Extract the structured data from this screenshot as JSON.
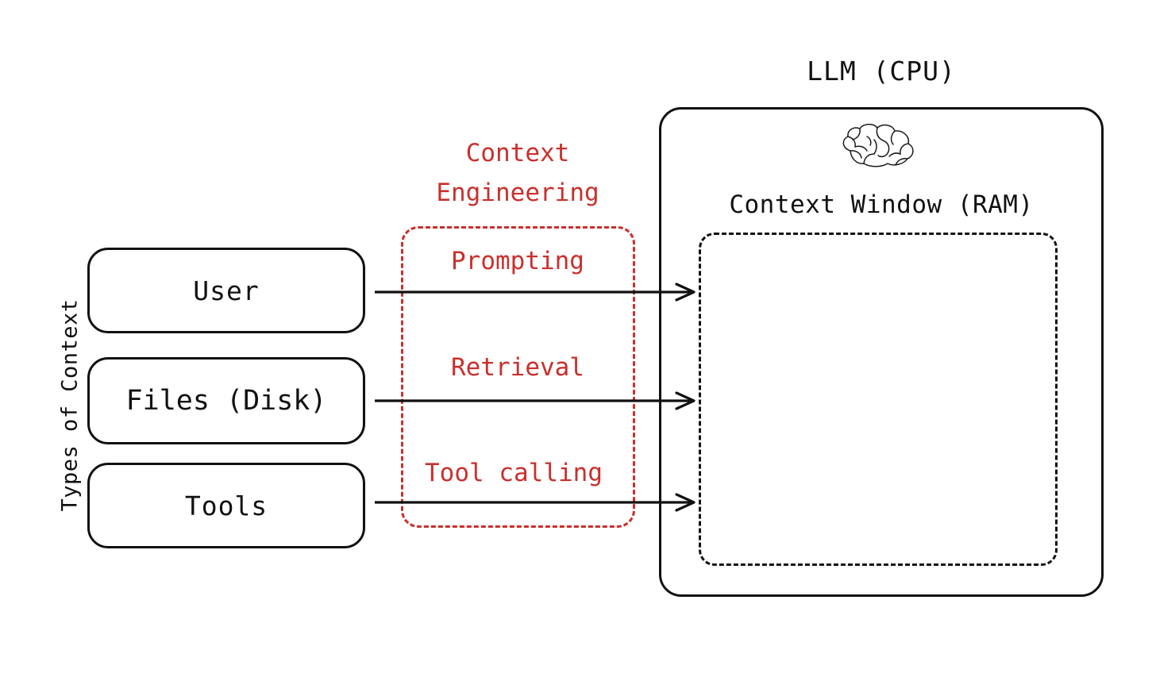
{
  "diagram": {
    "axis_label": "Types of Context",
    "sources": [
      {
        "label": "User"
      },
      {
        "label": "Files (Disk)"
      },
      {
        "label": "Tools"
      }
    ],
    "context_engineering": {
      "title_line1": "Context",
      "title_line2": "Engineering",
      "methods": [
        {
          "label": "Prompting"
        },
        {
          "label": "Retrieval"
        },
        {
          "label": "Tool calling"
        }
      ]
    },
    "llm": {
      "title": "LLM (CPU)",
      "icon": "brain-icon",
      "context_window_title": "Context Window (RAM)"
    },
    "arrows": [
      {
        "from": "User",
        "to": "Context Window (RAM)",
        "via": "Prompting"
      },
      {
        "from": "Files (Disk)",
        "to": "Context Window (RAM)",
        "via": "Retrieval"
      },
      {
        "from": "Tools",
        "to": "Context Window (RAM)",
        "via": "Tool calling"
      }
    ],
    "colors": {
      "ink": "#111111",
      "accent_red": "#C9302C",
      "background": "#FFFFFF"
    }
  }
}
